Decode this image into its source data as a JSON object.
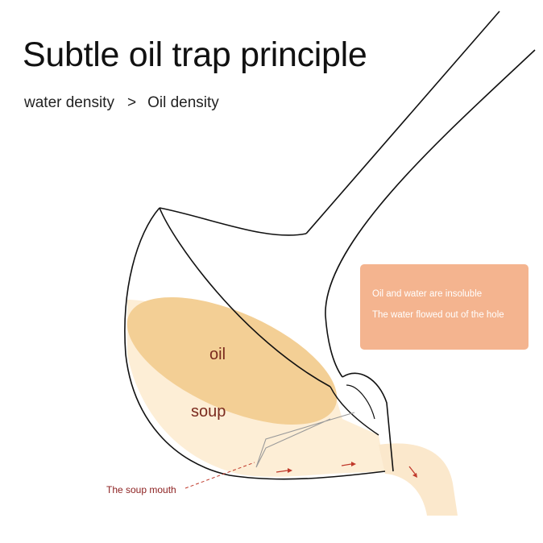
{
  "title": "Subtle oil trap principle",
  "subtitle": {
    "left": "water density",
    "operator": ">",
    "right": "Oil density"
  },
  "note": {
    "line1": "Oil and water are insoluble",
    "line2": "The water flowed out of the hole"
  },
  "labels": {
    "oil": "oil",
    "soup": "soup",
    "soup_mouth": "The soup mouth"
  },
  "colors": {
    "oil_fill": "#f3cf95",
    "soup_fill": "#fdeed6",
    "note_box": "#f4b48f",
    "arrow": "#c0392b",
    "label_text": "#7a2a1e",
    "outline": "#111111"
  }
}
